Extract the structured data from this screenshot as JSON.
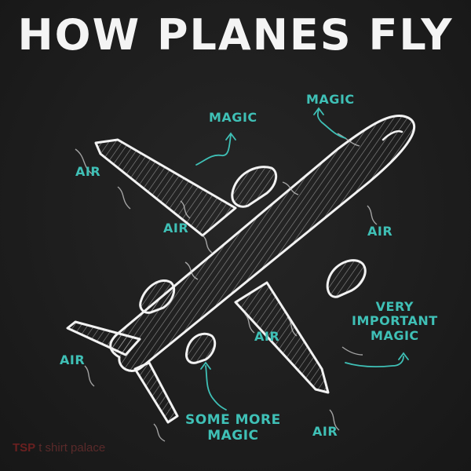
{
  "title": "HOW PLANES FLY",
  "labels": {
    "magic_top_left": "MAGIC",
    "magic_top_right": "MAGIC",
    "air_left_wing": "AIR",
    "air_mid_left": "AIR",
    "air_right": "AIR",
    "air_center": "AIR",
    "air_tail": "AIR",
    "air_bottom": "AIR",
    "very_important_line1": "VERY",
    "very_important_line2": "IMPORTANT",
    "very_important_line3": "MAGIC",
    "some_more_line1": "SOME MORE",
    "some_more_line2": "MAGIC"
  },
  "watermark": {
    "logo": "TSP",
    "text": "t shirt palace"
  },
  "colors": {
    "background": "#1e1e1e",
    "chalk": "#f4f4f4",
    "accent": "#3fc0b6"
  }
}
